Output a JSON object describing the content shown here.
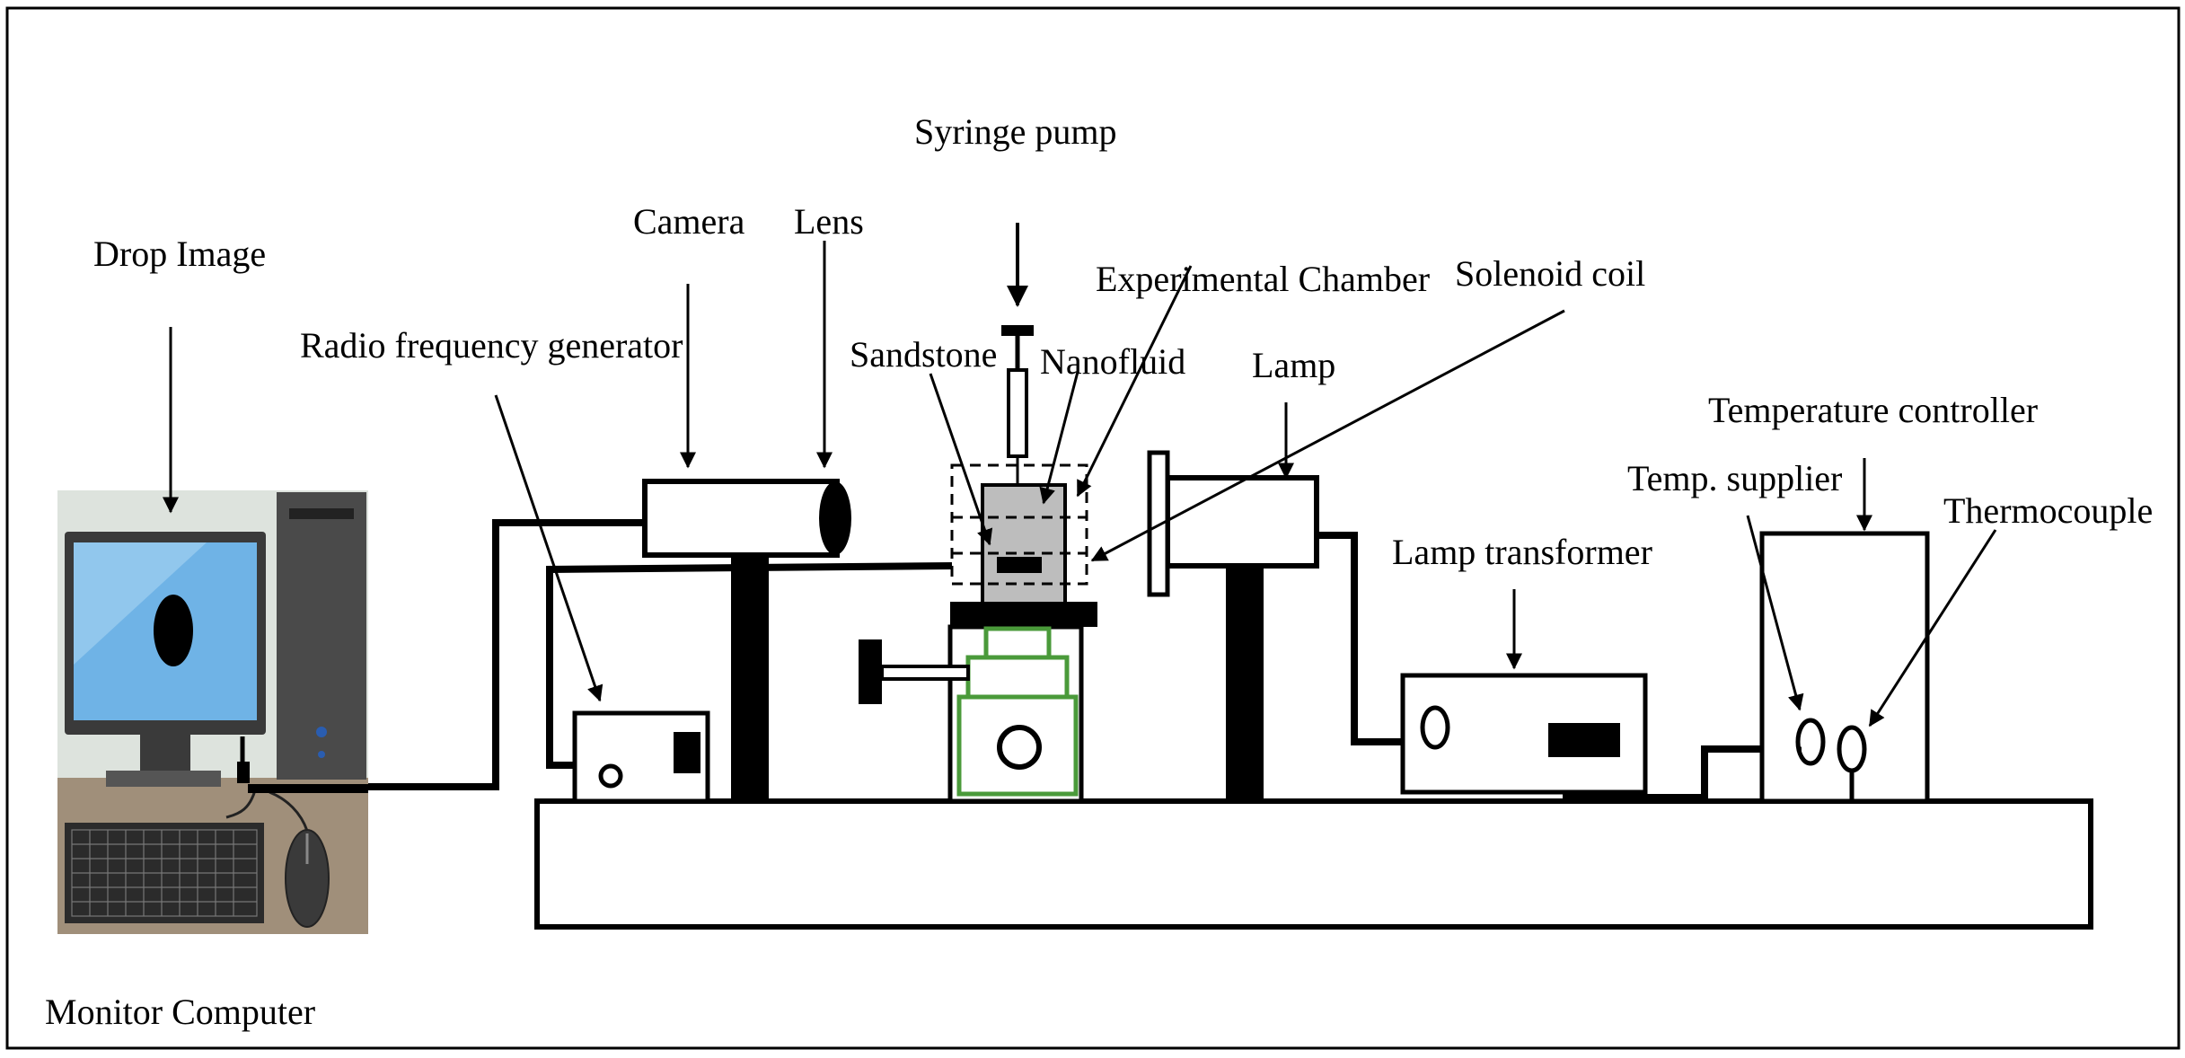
{
  "labels": {
    "syringe_pump": "Syringe pump",
    "camera": "Camera",
    "lens": "Lens",
    "drop_image": "Drop Image",
    "experimental_chamber": "Experimental Chamber",
    "solenoid_coil": "Solenoid coil",
    "radio_frequency_generator": "Radio frequency generator",
    "sandstone": "Sandstone",
    "nanofluid": "Nanofluid",
    "lamp": "Lamp",
    "temperature_controller": "Temperature controller",
    "temp_supplier": "Temp. supplier",
    "thermocouple": "Thermocouple",
    "lamp_transformer": "Lamp transformer",
    "monitor_computer": "Monitor Computer"
  },
  "colors": {
    "line": "#000000",
    "screen": "#6fb3e6",
    "screen_light": "#a9d4f2",
    "desk": "#a08f7a",
    "wall": "#dde3dd",
    "chamber_fill": "#bdbdbd",
    "stand_green": "#4a9a3a"
  }
}
